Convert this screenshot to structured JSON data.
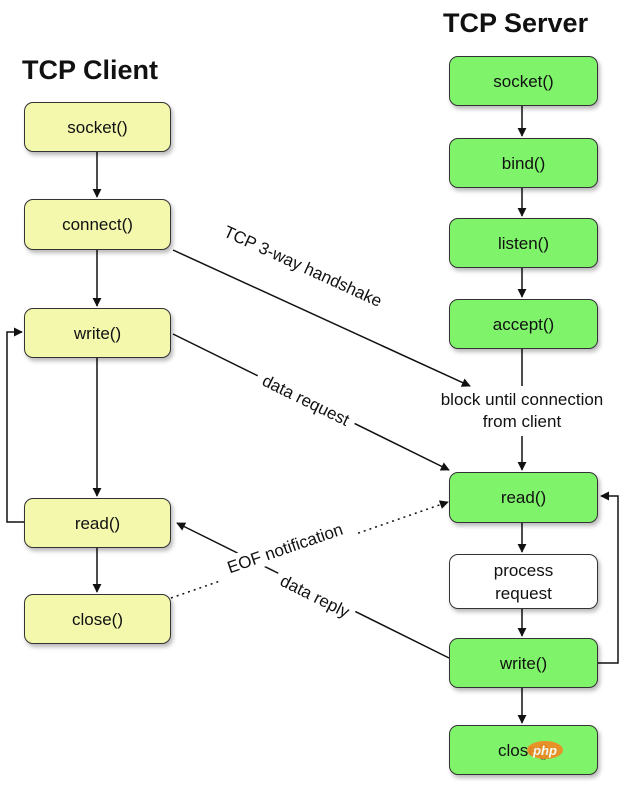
{
  "titles": {
    "client": "TCP Client",
    "server": "TCP Server"
  },
  "client_nodes": {
    "socket": "socket()",
    "connect": "connect()",
    "write": "write()",
    "read": "read()",
    "close": "close()"
  },
  "server_nodes": {
    "socket": "socket()",
    "bind": "bind()",
    "listen": "listen()",
    "accept": "accept()",
    "read": "read()",
    "process_line1": "process",
    "process_line2": "request",
    "write": "write()",
    "close": "close()"
  },
  "block_note": {
    "line1": "block until connection",
    "line2": "from client"
  },
  "edge_labels": {
    "handshake": "TCP 3-way handshake",
    "data_request": "data request",
    "eof": "EOF notification",
    "data_reply": "data reply"
  },
  "colors": {
    "client_box": "#f3f8ad",
    "server_box": "#7ff46b",
    "process_box": "#ffffff"
  },
  "watermark": "php"
}
